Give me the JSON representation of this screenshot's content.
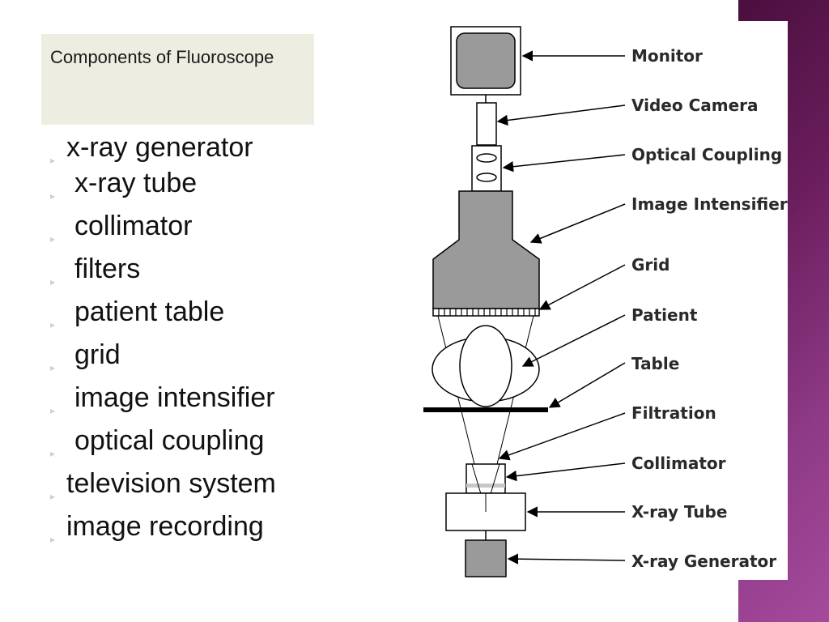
{
  "slide": {
    "title": "Components of Fluoroscope",
    "bullets": [
      {
        "text": "x-ray generator",
        "level": 1
      },
      {
        "text": "x-ray tube",
        "level": 2
      },
      {
        "text": "collimator",
        "level": 2
      },
      {
        "text": "filters",
        "level": 2
      },
      {
        "text": "patient table",
        "level": 2
      },
      {
        "text": "grid",
        "level": 2
      },
      {
        "text": "image intensifier",
        "level": 2
      },
      {
        "text": "optical coupling",
        "level": 2
      },
      {
        "text": "television system",
        "level": 1
      },
      {
        "text": "image recording",
        "level": 1
      }
    ]
  },
  "diagram": {
    "labels": {
      "monitor": "Monitor",
      "video_camera": "Video Camera",
      "optical_coupling": "Optical Coupling",
      "image_intensifier": "Image Intensifier",
      "grid": "Grid",
      "patient": "Patient",
      "table": "Table",
      "filtration": "Filtration",
      "collimator": "Collimator",
      "xray_tube": "X-ray Tube",
      "xray_generator": "X-ray Generator"
    }
  },
  "colors": {
    "accent_purple": "#8e3a86",
    "title_box_bg": "#eeede2",
    "component_gray": "#9a9a9a"
  }
}
